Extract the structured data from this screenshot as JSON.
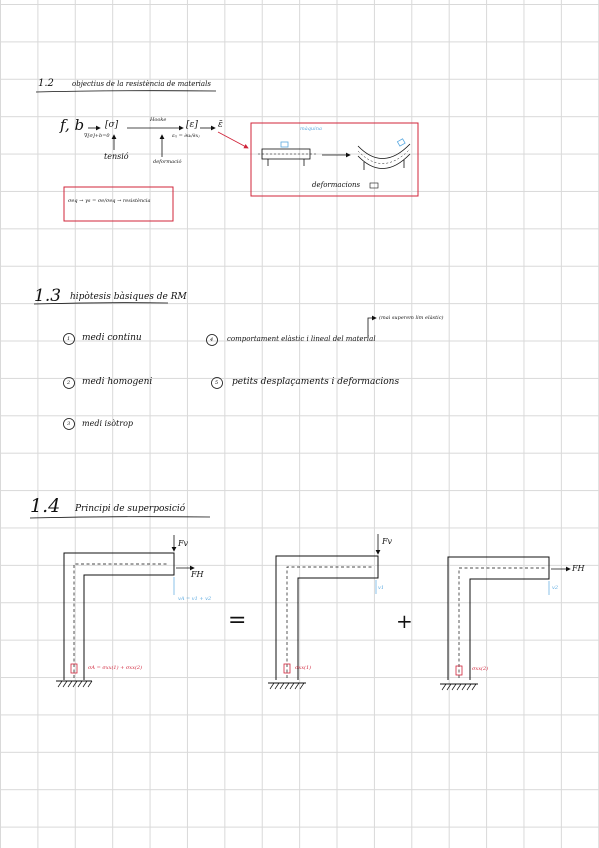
{
  "sections": {
    "s12": {
      "number": "1.2",
      "title": "objectius de la resistència de materials"
    },
    "s13": {
      "number": "1.3",
      "title": "hipòtesis bàsiques de RM"
    },
    "s14": {
      "number": "1.4",
      "title": "Principi de superposició"
    }
  },
  "diagram12": {
    "f_b": "f, b",
    "sigma_bracket": "[σ]",
    "hooke": "Hooke",
    "epsilon_bracket": "[ε]",
    "epsilon_overline": "ε̄",
    "sigma_cond": "∇[σ]+b=0",
    "epsilon_def": "εᵢⱼ = ∂uᵢ/∂xⱼ",
    "tensio": "tensió",
    "deformacio": "deformació",
    "box_formula": "σeq → γs = σe/σeq → resistència",
    "right_box_label": "deformacions",
    "right_box_note": "màquina"
  },
  "hypotheses": {
    "h1": {
      "num": "1",
      "text": "medi continu"
    },
    "h2": {
      "num": "2",
      "text": "medi homogeni"
    },
    "h3": {
      "num": "3",
      "text": "medi isòtrop"
    },
    "h4": {
      "num": "4",
      "text": "comportament elàstic i lineal del material"
    },
    "h4_note": "(mai superem lim elàstic)",
    "h5": {
      "num": "5",
      "text": "petits desplaçaments i deformacions"
    }
  },
  "superposition": {
    "frame1": {
      "fv": "Fv",
      "fh": "FH",
      "disp": "vA = v1 + v2",
      "stress": "σA = σxx(1) + σxx(2)"
    },
    "frame2": {
      "fv": "Fv",
      "disp": "v1",
      "stress": "σxx(1)"
    },
    "frame3": {
      "fh": "FH",
      "disp": "v2",
      "stress": "σxx(2)"
    },
    "equals": "=",
    "plus": "+"
  },
  "colors": {
    "ink": "#111111",
    "red": "#d0243a",
    "blue": "#5aa9e0",
    "grid": "#d9d9d9"
  }
}
